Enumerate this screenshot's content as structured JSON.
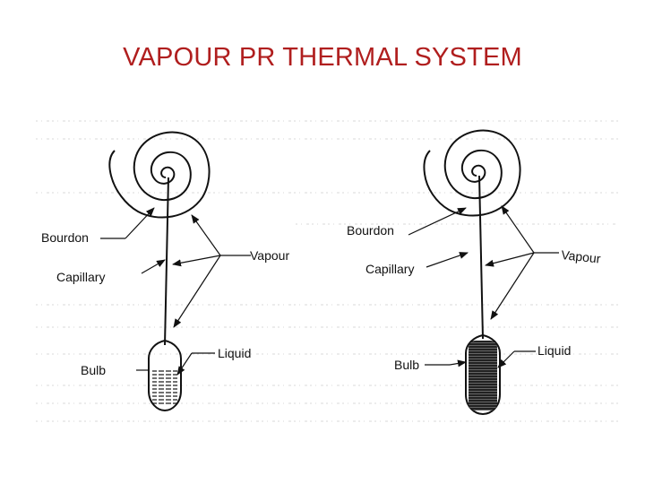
{
  "title": "VAPOUR PR THERMAL SYSTEM",
  "colors": {
    "title": "#b01e1e",
    "ink": "#111111",
    "background": "#ffffff"
  },
  "left_diagram": {
    "labels": {
      "bourdon": "Bourdon",
      "capillary": "Capillary",
      "vapour": "Vapour",
      "liquid": "Liquid",
      "bulb": "Bulb"
    }
  },
  "right_diagram": {
    "labels": {
      "bourdon": "Bourdon",
      "capillary": "Capillary",
      "vapour": "Vapour",
      "liquid": "Liquid",
      "bulb": "Bulb"
    }
  }
}
